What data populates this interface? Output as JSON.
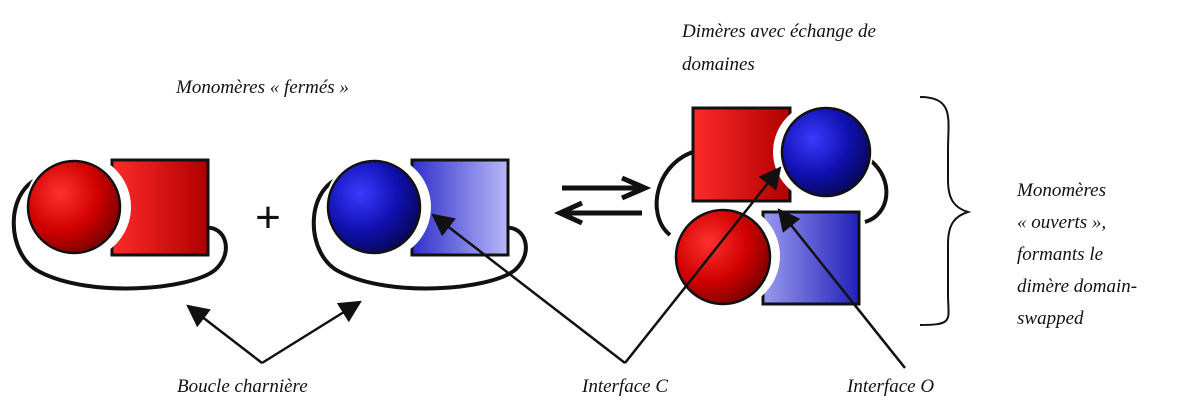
{
  "labels": {
    "closed_monomers": "Monomères « fermés »",
    "dimers_title_line1": "Dimères avec échange de",
    "dimers_title_line2": "domaines",
    "open_monomers_line1": "Monomères",
    "open_monomers_line2": "« ouverts »,",
    "open_monomers_line3": "formants le",
    "open_monomers_line4": "dimère domain-",
    "open_monomers_line5": "swapped",
    "hinge_loop": "Boucle charnière",
    "interface_c": "Interface C",
    "interface_o": "Interface O",
    "plus_sign": "+"
  },
  "colors": {
    "red": "#cc0000",
    "red_dark": "#7a0000",
    "blue": "#1a1aa0",
    "blue_light": "#8a8ae8",
    "outline": "#111111"
  },
  "icons": {
    "equilibrium": "double-arrow-equilibrium-icon",
    "brace": "right-curly-brace-icon"
  }
}
